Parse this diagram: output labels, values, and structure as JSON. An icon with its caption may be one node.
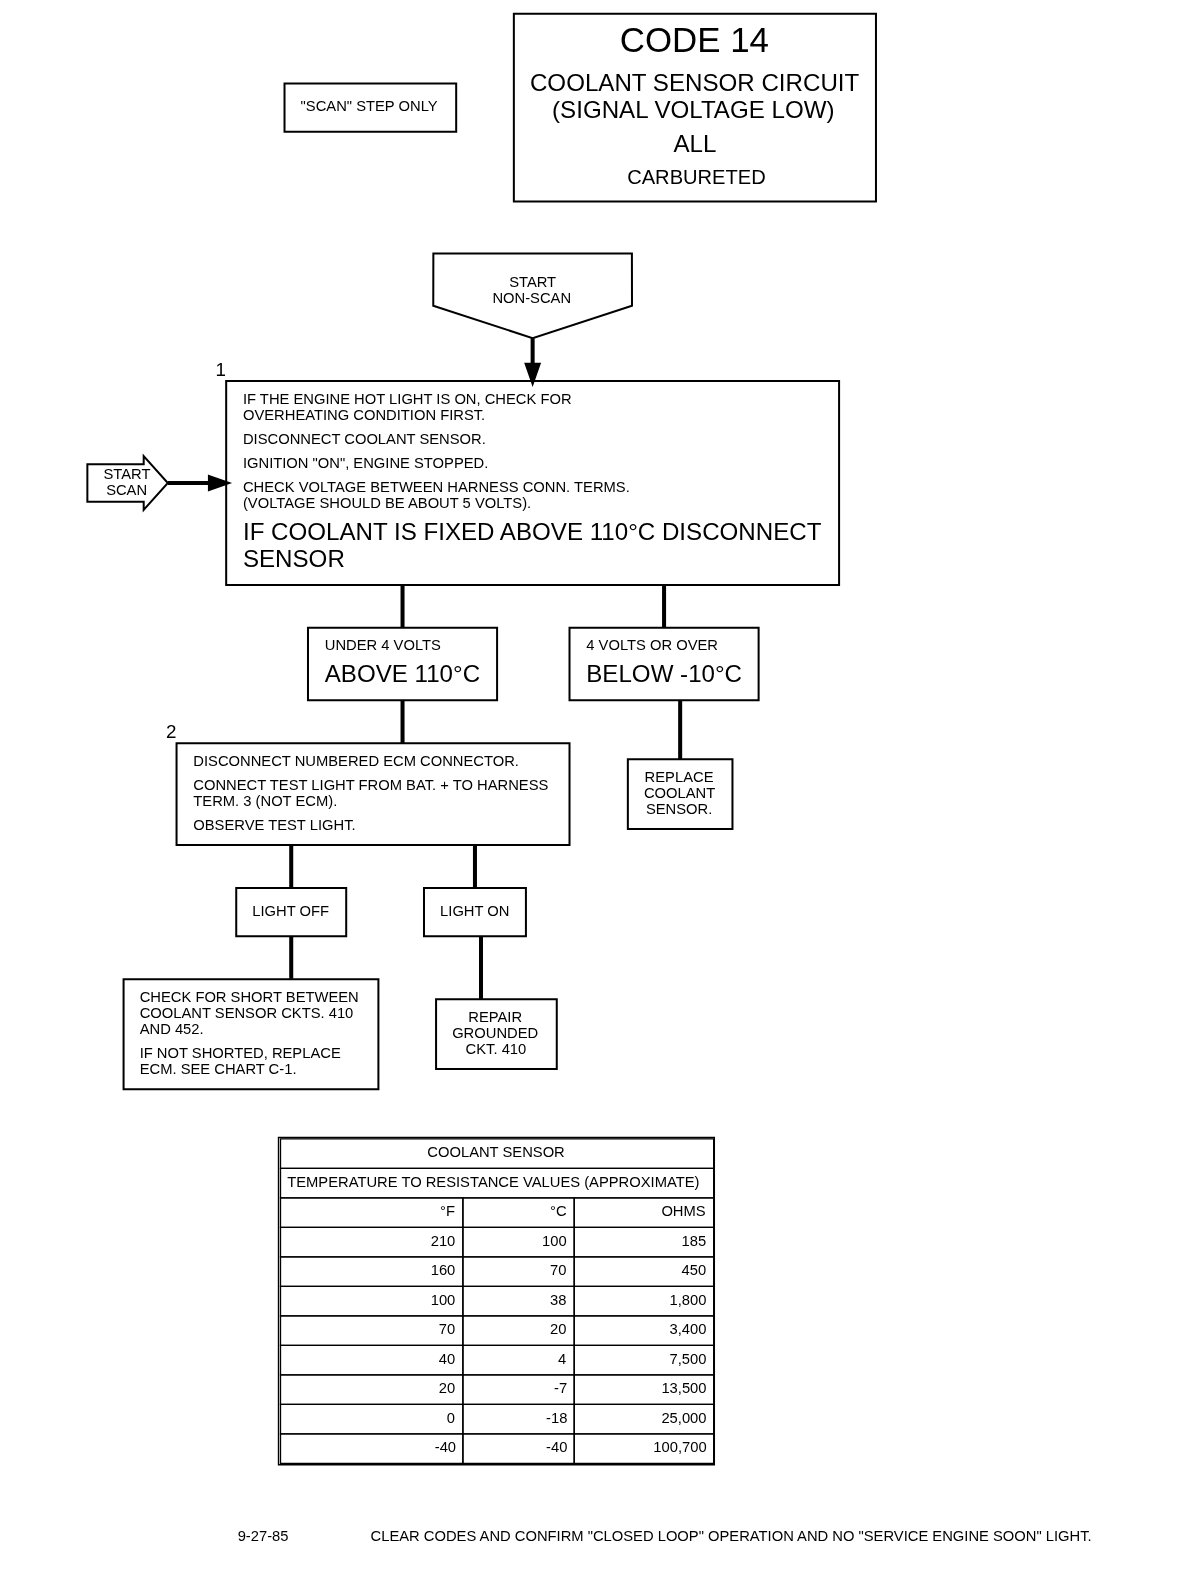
{
  "diagram": {
    "nodes": [
      {
        "text": [
          "\"SCAN\" STEP ONLY"
        ]
      },
      {
        "text": [
          "CODE 14",
          "COOLANT SENSOR CIRCUIT (SIGNAL VOLTAGE LOW)",
          "ALL",
          "CARBURETED"
        ]
      },
      {
        "text": [
          "START NON-SCAN"
        ]
      },
      {
        "text": [
          "START SCAN"
        ]
      },
      {
        "text": [
          "IF THE ENGINE HOT LIGHT IS ON, CHECK FOR OVERHEATING CONDITION FIRST.",
          "DISCONNECT COOLANT SENSOR.",
          "IGNITION \"ON\", ENGINE STOPPED.",
          "CHECK VOLTAGE BETWEEN HARNESS CONN. TERMS. (VOLTAGE SHOULD BE ABOUT 5 VOLTS).",
          "IF COOLANT IS FIXED ABOVE 110°C DISCONNECT SENSOR"
        ],
        "beside": [
          "1"
        ]
      },
      {
        "text": [
          "UNDER 4 VOLTS",
          "ABOVE 110°C"
        ]
      },
      {
        "text": [
          "4 VOLTS OR OVER",
          "BELOW -10°C"
        ]
      },
      {
        "text": [
          "DISCONNECT NUMBERED ECM CONNECTOR.",
          "CONNECT TEST LIGHT FROM BAT. + TO HARNESS TERM. 3 (NOT ECM).",
          "OBSERVE TEST LIGHT."
        ],
        "beside": [
          "2"
        ]
      },
      {
        "text": [
          "REPLACE COOLANT SENSOR."
        ]
      },
      {
        "text": [
          "LIGHT OFF"
        ]
      },
      {
        "text": [
          "LIGHT ON"
        ]
      },
      {
        "text": [
          "CHECK FOR SHORT BETWEEN COOLANT SENSOR CKTS. 410 AND 452.",
          "IF NOT SHORTED, REPLACE ECM. SEE CHART C-1."
        ]
      },
      {
        "text": [
          "REPAIR GROUNDED CKT. 410"
        ]
      }
    ],
    "edges": [
      {
        "from": 2,
        "to": 4,
        "arrow": "to"
      },
      {
        "from": 3,
        "to": 4,
        "arrow": "to"
      },
      {
        "from": 4,
        "to": 5,
        "arrow": "none"
      },
      {
        "from": 4,
        "to": 6,
        "arrow": "none"
      },
      {
        "from": 5,
        "to": 7,
        "arrow": "none"
      },
      {
        "from": 6,
        "to": 8,
        "arrow": "none"
      },
      {
        "from": 7,
        "to": 9,
        "arrow": "none"
      },
      {
        "from": 7,
        "to": 10,
        "arrow": "none"
      },
      {
        "from": 9,
        "to": 11,
        "arrow": "none"
      },
      {
        "from": 10,
        "to": 12,
        "arrow": "none"
      }
    ],
    "labels": [
      "COOLANT SENSOR",
      "TEMPERATURE TO RESISTANCE VALUES (APPROXIMATE)",
      "°F",
      "°C",
      "OHMS",
      "210",
      "100",
      "185",
      "160",
      "70",
      "450",
      "100",
      "38",
      "1,800",
      "70",
      "20",
      "3,400",
      "40",
      "4",
      "7,500",
      "20",
      "-7",
      "13,500",
      "0",
      "-18",
      "25,000",
      "-40",
      "-40",
      "100,700",
      "9-27-85",
      "CLEAR CODES AND CONFIRM \"CLOSED LOOP\" OPERATION AND NO \"SERVICE ENGINE SOON\" LIGHT."
    ]
  }
}
